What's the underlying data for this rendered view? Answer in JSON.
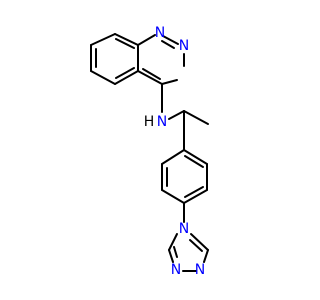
{
  "colors": {
    "bond": "#000000",
    "nitrogen": "#0000ff",
    "background": "#ffffff"
  },
  "atom_labels": {
    "quinazoline_n1": "N",
    "quinazoline_n3": "N",
    "amine_nh": "N",
    "amine_h": "H",
    "triazole_n1": "N",
    "triazole_n2": "N",
    "triazole_n4": "N"
  }
}
